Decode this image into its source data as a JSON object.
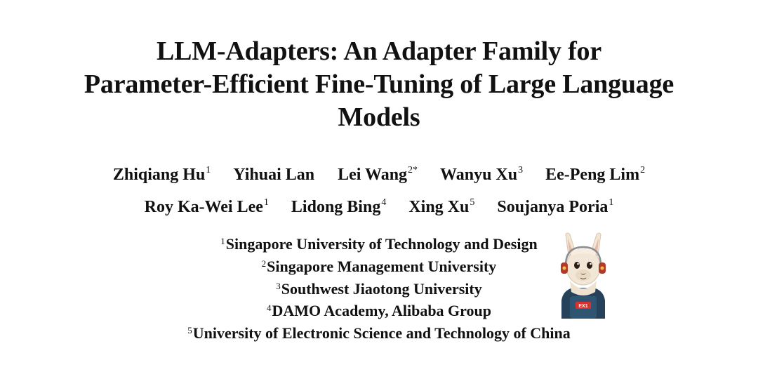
{
  "title_lines": [
    "LLM-Adapters: An Adapter Family for",
    "Parameter-Efficient Fine-Tuning of Large Language",
    "Models"
  ],
  "authors": [
    {
      "name": "Zhiqiang Hu",
      "mark": "1"
    },
    {
      "name": "Yihuai Lan",
      "mark": ""
    },
    {
      "name": "Lei Wang",
      "mark": "2*"
    },
    {
      "name": "Wanyu Xu",
      "mark": "3"
    },
    {
      "name": "Ee-Peng Lim",
      "mark": "2"
    },
    {
      "name": "Roy Ka-Wei Lee",
      "mark": "1"
    },
    {
      "name": "Lidong Bing",
      "mark": "4"
    },
    {
      "name": "Xing Xu",
      "mark": "5"
    },
    {
      "name": "Soujanya Poria",
      "mark": "1"
    }
  ],
  "affiliations": [
    {
      "mark": "1",
      "name": "Singapore University of Technology and Design"
    },
    {
      "mark": "2",
      "name": "Singapore Management University"
    },
    {
      "mark": "3",
      "name": "Southwest Jiaotong University"
    },
    {
      "mark": "4",
      "name": "DAMO Academy, Alibaba Group"
    },
    {
      "mark": "5",
      "name": "University of Electronic Science and Technology of China"
    }
  ],
  "mascot": {
    "icon": "llama-robot-mascot-icon",
    "badge_text": "EX1",
    "colors": {
      "fur": "#f2e6d6",
      "fur_shadow": "#d9c6ae",
      "ear_inner": "#e8b9a5",
      "eye": "#2b1d14",
      "body": "#25425a",
      "badge": "#d7322d",
      "headphone": "#b23a2b",
      "metal": "#8a8f96"
    }
  }
}
